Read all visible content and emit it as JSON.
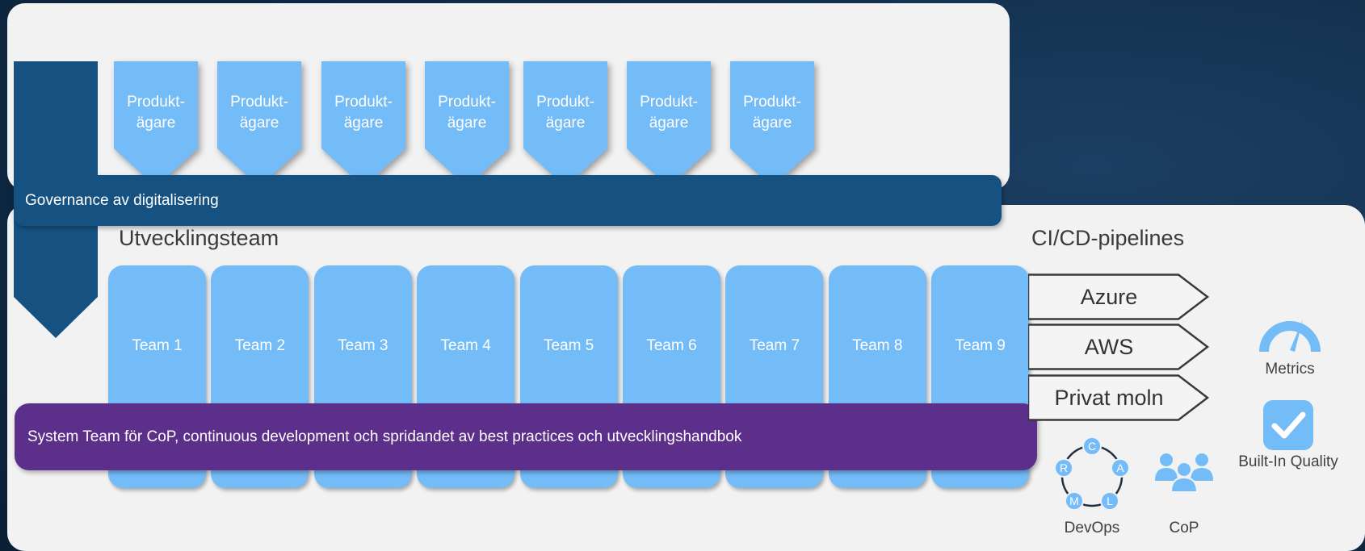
{
  "product_owners": [
    {
      "line1": "Produkt-",
      "line2": "ägare"
    },
    {
      "line1": "Produkt-",
      "line2": "ägare"
    },
    {
      "line1": "Produkt-",
      "line2": "ägare"
    },
    {
      "line1": "Produkt-",
      "line2": "ägare"
    },
    {
      "line1": "Produkt-",
      "line2": "ägare"
    },
    {
      "line1": "Produkt-",
      "line2": "ägare"
    },
    {
      "line1": "Produkt-",
      "line2": "ägare"
    }
  ],
  "governance": {
    "label": "Governance av digitalisering"
  },
  "dev": {
    "title": "Utvecklingsteam"
  },
  "teams": [
    "Team 1",
    "Team 2",
    "Team 3",
    "Team 4",
    "Team 5",
    "Team 6",
    "Team 7",
    "Team 8",
    "Team 9"
  ],
  "system_team": {
    "label": "System Team för CoP, continuous development och spridandet av best practices och utvecklingshandbok"
  },
  "cicd": {
    "title": "CI/CD-pipelines",
    "pipelines": [
      "Azure",
      "AWS",
      "Privat moln"
    ]
  },
  "metrics": {
    "label": "Metrics",
    "icon": "gauge-icon"
  },
  "quality": {
    "label": "Built-In Quality",
    "icon": "checkmark-icon"
  },
  "devops": {
    "label": "DevOps",
    "icon": "calms-cycle-icon",
    "letters": [
      "C",
      "A",
      "L",
      "M",
      "R"
    ]
  },
  "cop": {
    "label": "CoP",
    "icon": "people-group-icon"
  },
  "colors": {
    "light_blue": "#74bcf8",
    "dark_blue": "#155282",
    "purple": "#5b2f8a",
    "panel": "#f2f2f2"
  }
}
